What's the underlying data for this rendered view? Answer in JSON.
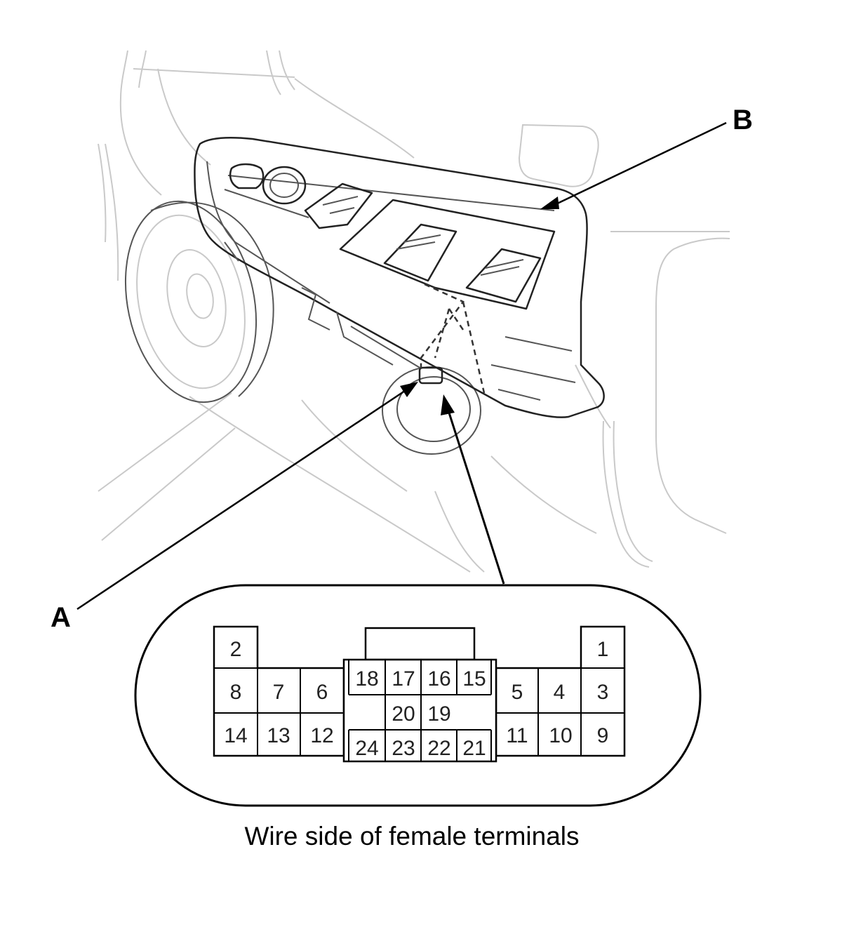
{
  "callouts": {
    "a": "A",
    "b": "B"
  },
  "caption": "Wire side of female terminals",
  "connector": {
    "terminals": [
      "1",
      "2",
      "3",
      "4",
      "5",
      "6",
      "7",
      "8",
      "9",
      "10",
      "11",
      "12",
      "13",
      "14",
      "15",
      "16",
      "17",
      "18",
      "19",
      "20",
      "21",
      "22",
      "23",
      "24"
    ]
  },
  "colors": {
    "line": "#222222",
    "background": "#ffffff",
    "faint_line": "#c9c9c9"
  }
}
